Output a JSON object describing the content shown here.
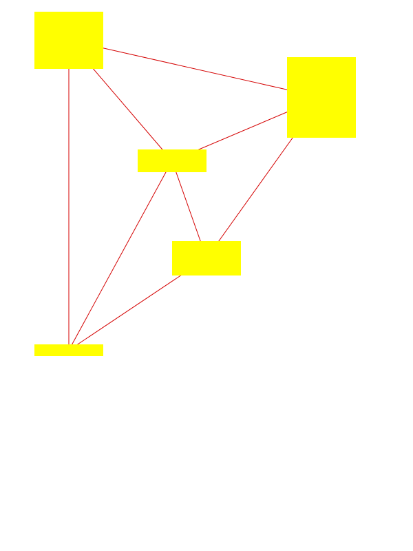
{
  "diagram": {
    "node_color": "#ffff00",
    "edge_color": "#d40000",
    "background_color": "#ffffff",
    "nodes": [
      {
        "id": "node-1",
        "label": ""
      },
      {
        "id": "node-2",
        "label": ""
      },
      {
        "id": "node-3",
        "label": ""
      },
      {
        "id": "node-4",
        "label": ""
      },
      {
        "id": "node-5",
        "label": ""
      }
    ],
    "edges": [
      {
        "from": "node-1",
        "to": "node-2"
      },
      {
        "from": "node-1",
        "to": "node-3"
      },
      {
        "from": "node-1",
        "to": "node-5"
      },
      {
        "from": "node-2",
        "to": "node-3"
      },
      {
        "from": "node-2",
        "to": "node-4"
      },
      {
        "from": "node-3",
        "to": "node-4"
      },
      {
        "from": "node-3",
        "to": "node-5"
      },
      {
        "from": "node-4",
        "to": "node-5"
      }
    ]
  }
}
